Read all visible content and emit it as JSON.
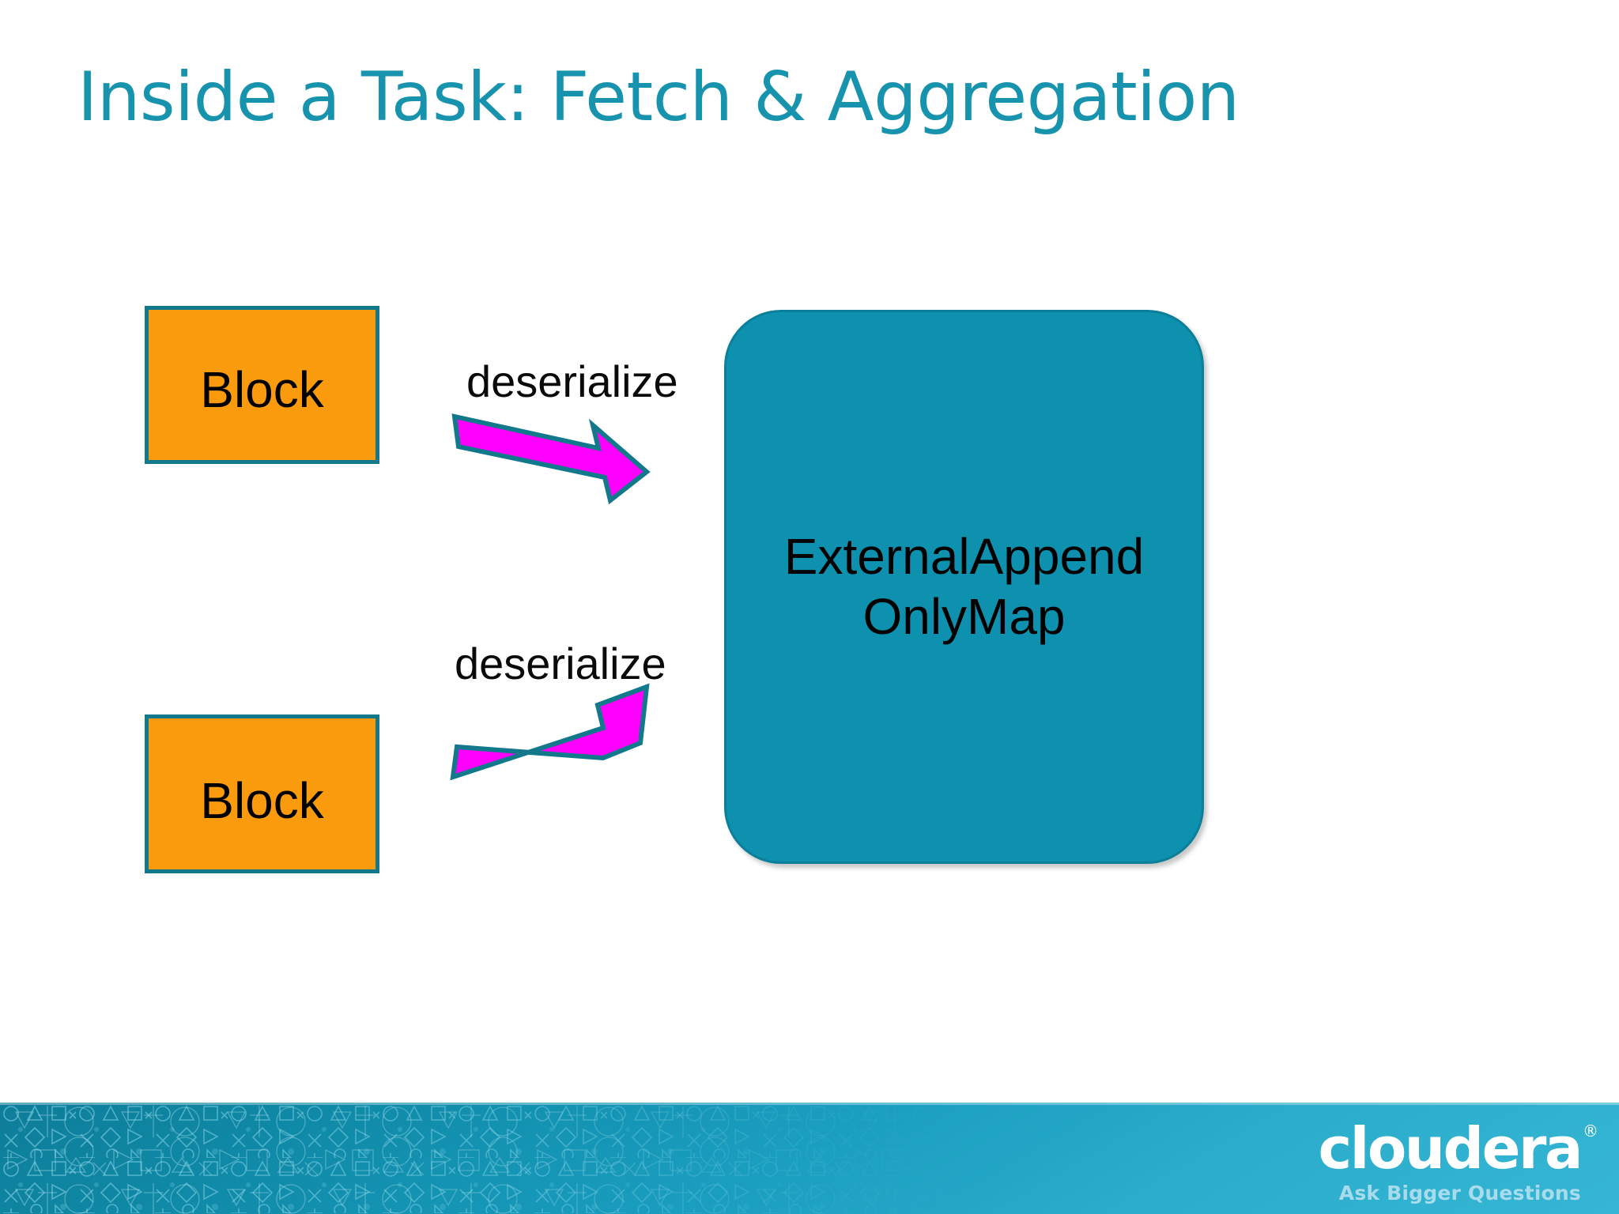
{
  "slide": {
    "title": "Inside a Task: Fetch & Aggregation",
    "background_color": "#FFFFFF",
    "title_color": "#1793AE"
  },
  "diagram": {
    "blocks": [
      {
        "label": "Block",
        "fill": "#F99B0C",
        "border": "#12788C"
      },
      {
        "label": "Block",
        "fill": "#F99B0C",
        "border": "#12788C"
      }
    ],
    "arrows": [
      {
        "label": "deserialize",
        "fill": "#FF00FF",
        "outline": "#12788C",
        "direction": "down-right"
      },
      {
        "label": "deserialize",
        "fill": "#FF00FF",
        "outline": "#12788C",
        "direction": "up-right"
      }
    ],
    "target": {
      "label": "ExternalAppend\nOnlyMap",
      "fill": "#0D91AE",
      "text_color": "#000000"
    }
  },
  "footer": {
    "brand": "cloudera",
    "registered_mark": "®",
    "tagline": "Ask Bigger Questions",
    "gradient_from": "#0E7D99",
    "gradient_to": "#36B6D4"
  }
}
